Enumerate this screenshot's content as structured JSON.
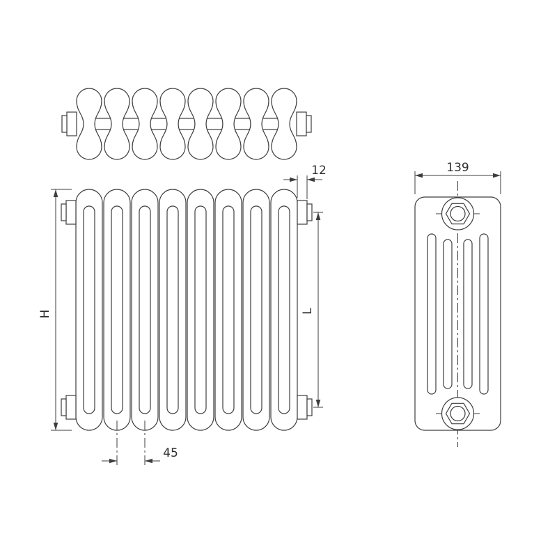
{
  "drawing": {
    "type": "technical-drawing",
    "subject": "multi-column radiator, three orthographic views",
    "dims": {
      "section_pitch": "45",
      "connection_offset": "12",
      "depth": "139",
      "height_label": "H",
      "connection_length_label": "L"
    },
    "colors": {
      "line": "#3d3d3d",
      "background": "#ffffff",
      "text": "#2e2e2e"
    }
  }
}
